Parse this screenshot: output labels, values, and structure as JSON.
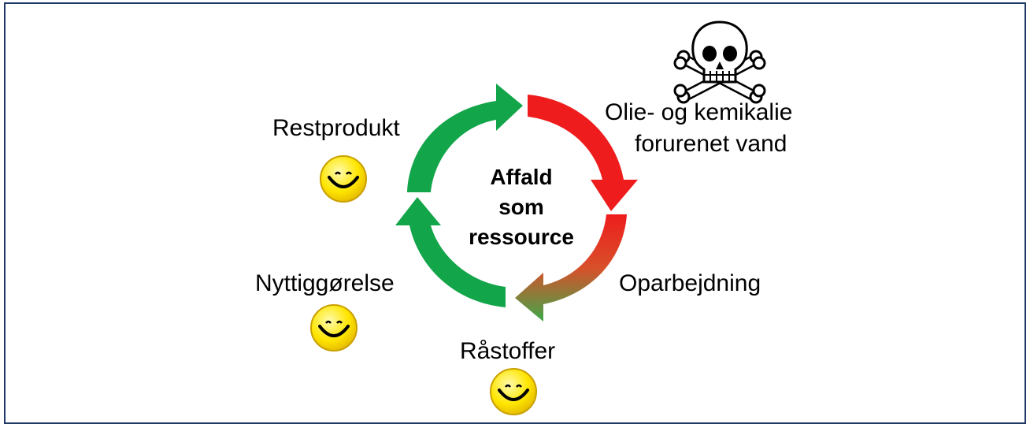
{
  "center": {
    "line1": "Affald",
    "line2": "som",
    "line3": "ressource"
  },
  "labels": {
    "top_right_line1": "Olie- og kemikalie",
    "top_right_line2": "forurenet vand",
    "right": "Oparbejdning",
    "bottom": "Råstoffer",
    "left": "Nyttiggørelse",
    "top_left": "Restprodukt"
  },
  "icons": [
    "skull-crossbones-icon",
    "smiley-icon"
  ],
  "colors": {
    "red": "#ee1c1c",
    "green": "#13a54a",
    "yellow": "#ffe600",
    "frame": "#1f3a66"
  }
}
